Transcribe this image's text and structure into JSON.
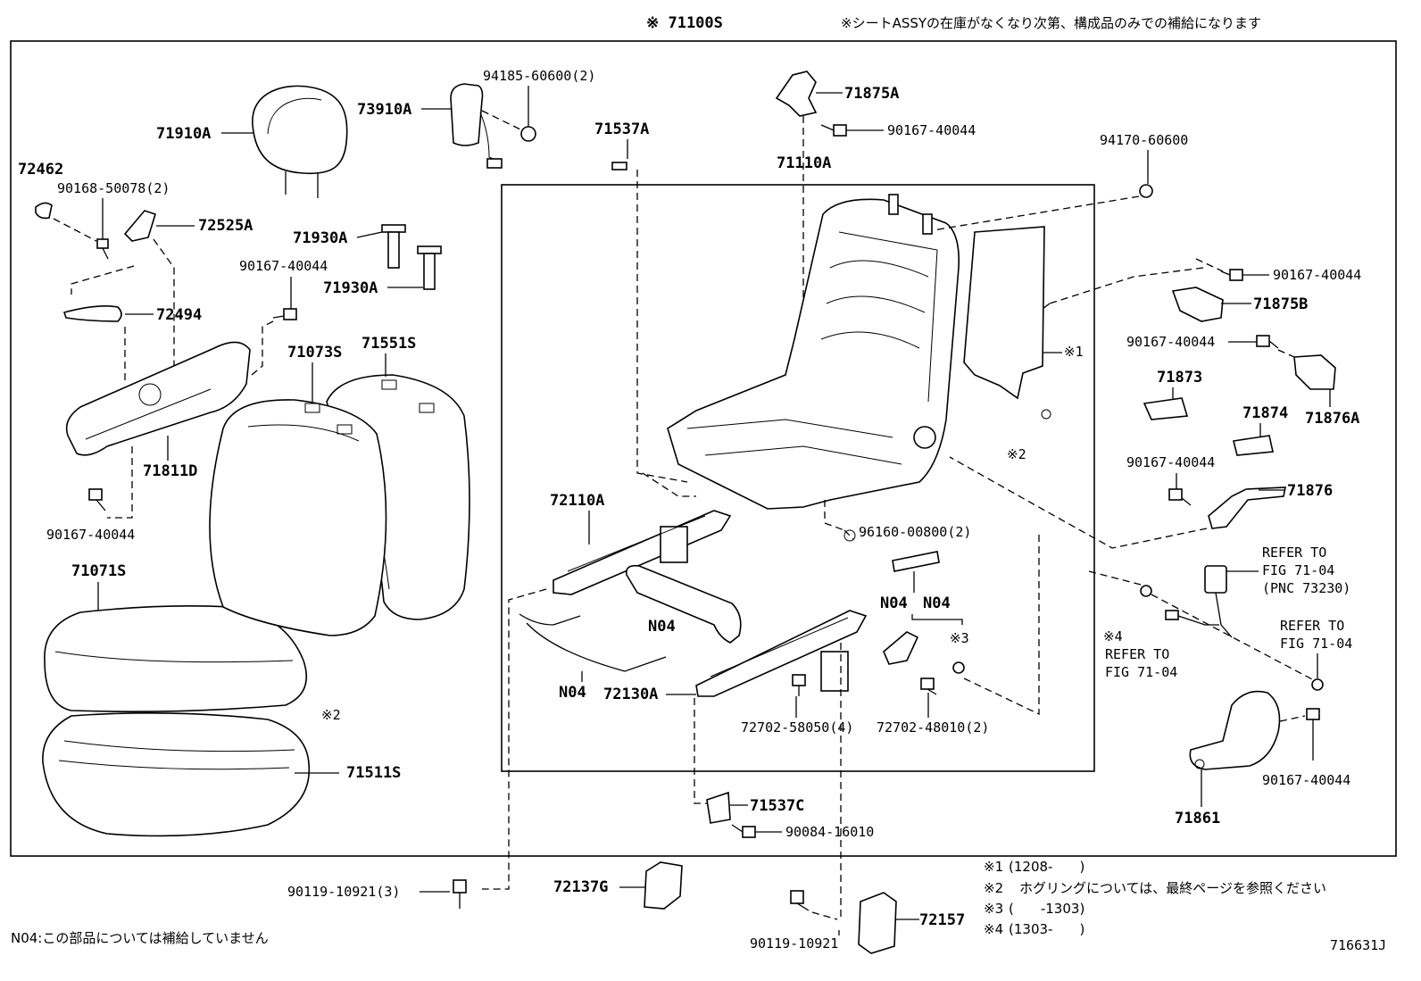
{
  "diagram": {
    "header_assy": "※ 71100S",
    "header_note": "※シートASSYの在庫がなくなり次第、構成品のみでの補給になります",
    "figure_code": "716631J",
    "footnote_n04": "N04:この部品については補給していません",
    "notes": [
      {
        "mark": "※1",
        "text": "(1208-　　)"
      },
      {
        "mark": "※2",
        "text": "ホグリングについては、最終ページを参照ください"
      },
      {
        "mark": "※3",
        "text": "(　　-1303)"
      },
      {
        "mark": "※4",
        "text": "(1303-　　)"
      }
    ],
    "labels": {
      "p71910A": "71910A",
      "p72462": "72462",
      "p90168": "90168-50078(2)",
      "p72525A": "72525A",
      "p72494": "72494",
      "p71811D": "71811D",
      "p90167_l": "90167-40044",
      "p71071S": "71071S",
      "p71511S": "71511S",
      "p73910A": "73910A",
      "p94185": "94185-60600(2)",
      "p71930A_1": "71930A",
      "p71930A_2": "71930A",
      "p90167_c": "90167-40044",
      "p71073S": "71073S",
      "p71551S": "71551S",
      "mark2_left": "※2",
      "p71537A": "71537A",
      "p71875A": "71875A",
      "p90167_t": "90167-40044",
      "p71110A": "71110A",
      "p94170": "94170-60600",
      "mark1": "※1",
      "mark2_center": "※2",
      "p72110A": "72110A",
      "p96160": "96160-00800(2)",
      "n04_a": "N04",
      "n04_b": "N04",
      "n04_c": "N04",
      "n04_d": "N04",
      "mark3": "※3",
      "p72130A": "72130A",
      "p72702_58050": "72702-58050(4)",
      "p72702_48010": "72702-48010(2)",
      "p71537C": "71537C",
      "p90084": "90084-16010",
      "p90119_3": "90119-10921(3)",
      "p72137G": "72137G",
      "p90119": "90119-10921",
      "p72157": "72157",
      "p90167_r1": "90167-40044",
      "p71875B": "71875B",
      "p90167_r2": "90167-40044",
      "p71873": "71873",
      "p71874": "71874",
      "p71876A": "71876A",
      "p90167_r3": "90167-40044",
      "p71876": "71876",
      "refer1_a": "REFER TO",
      "refer1_b": "FIG 71-04",
      "refer1_c": "(PNC 73230)",
      "refer2_a": "REFER TO",
      "refer2_b": "FIG 71-04",
      "mark4": "※4",
      "refer3_a": "REFER TO",
      "refer3_b": "FIG 71-04",
      "p90167_r4": "90167-40044",
      "p71861": "71861"
    }
  }
}
